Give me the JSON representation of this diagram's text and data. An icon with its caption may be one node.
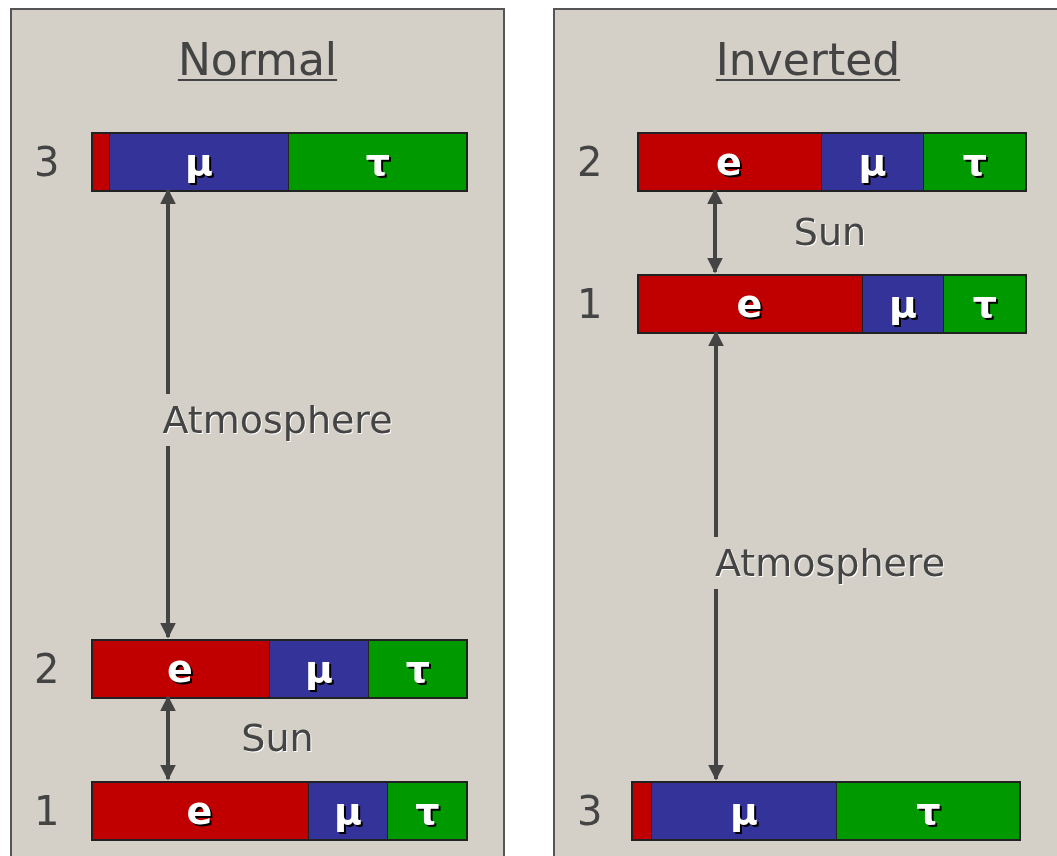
{
  "diagram": {
    "nodes": [
      {
        "text": [
          "Normal"
        ]
      },
      {
        "text": [],
        "shape": "bar",
        "in": 0,
        "beside": [
          "3"
        ]
      },
      {
        "text": [],
        "shape": "bar",
        "in": 1
      },
      {
        "text": [
          "μ"
        ],
        "in": 1
      },
      {
        "text": [
          "τ"
        ],
        "in": 1
      },
      {
        "text": [],
        "shape": "bar",
        "in": 0,
        "beside": [
          "2"
        ]
      },
      {
        "text": [
          "e"
        ],
        "in": 5
      },
      {
        "text": [
          "μ"
        ],
        "in": 5
      },
      {
        "text": [
          "τ"
        ],
        "in": 5
      },
      {
        "text": [],
        "shape": "bar",
        "in": 0,
        "beside": [
          "1"
        ]
      },
      {
        "text": [
          "e"
        ],
        "in": 9
      },
      {
        "text": [
          "μ"
        ],
        "in": 9
      },
      {
        "text": [
          "τ"
        ],
        "in": 9
      },
      {
        "text": [
          "Inverted"
        ]
      },
      {
        "text": [],
        "shape": "bar",
        "in": 13,
        "beside": [
          "2"
        ]
      },
      {
        "text": [
          "e"
        ],
        "in": 14
      },
      {
        "text": [
          "μ"
        ],
        "in": 14
      },
      {
        "text": [
          "τ"
        ],
        "in": 14
      },
      {
        "text": [],
        "shape": "bar",
        "in": 13,
        "beside": [
          "1"
        ]
      },
      {
        "text": [
          "e"
        ],
        "in": 18
      },
      {
        "text": [
          "μ"
        ],
        "in": 18
      },
      {
        "text": [
          "τ"
        ],
        "in": 18
      },
      {
        "text": [],
        "shape": "bar",
        "in": 13,
        "beside": [
          "3"
        ]
      },
      {
        "text": [],
        "shape": "bar",
        "in": 22
      },
      {
        "text": [
          "μ"
        ],
        "in": 22
      },
      {
        "text": [
          "τ"
        ],
        "in": 22
      }
    ],
    "edges": [
      {
        "from": 1,
        "to": 5,
        "arrow": "both",
        "label": "Atmosphere"
      },
      {
        "from": 5,
        "to": 9,
        "arrow": "both",
        "label": "Sun"
      },
      {
        "from": 14,
        "to": 18,
        "arrow": "both",
        "label": "Sun"
      },
      {
        "from": 18,
        "to": 22,
        "arrow": "both",
        "label": "Atmosphere"
      }
    ]
  }
}
